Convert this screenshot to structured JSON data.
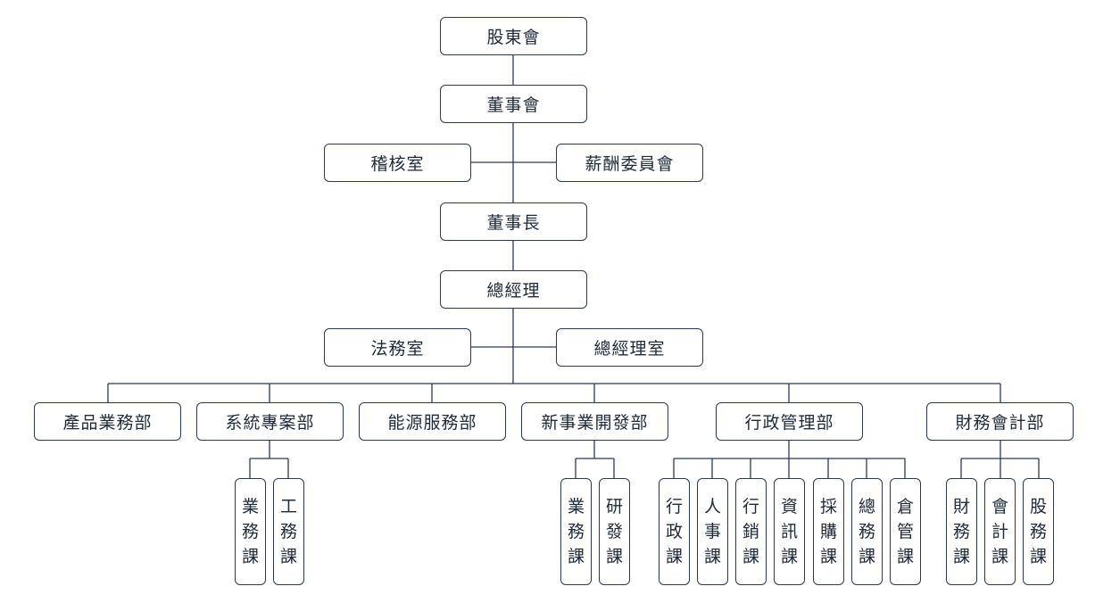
{
  "chain": {
    "shareholders": "股東會",
    "board": "董事會",
    "audit": "稽核室",
    "compensation": "薪酬委員會",
    "chairman": "董事長",
    "gm": "總經理",
    "legal": "法務室",
    "gm_office": "總經理室"
  },
  "departments": [
    {
      "name": "產品業務部",
      "sections": []
    },
    {
      "name": "系統專案部",
      "sections": [
        "業務課",
        "工務課"
      ]
    },
    {
      "name": "能源服務部",
      "sections": []
    },
    {
      "name": "新事業開發部",
      "sections": [
        "業務課",
        "研發課"
      ]
    },
    {
      "name": "行政管理部",
      "sections": [
        "行政課",
        "人事課",
        "行銷課",
        "資訊課",
        "採購課",
        "總務課",
        "倉管課"
      ]
    },
    {
      "name": "財務會計部",
      "sections": [
        "財務課",
        "會計課",
        "股務課"
      ]
    }
  ]
}
